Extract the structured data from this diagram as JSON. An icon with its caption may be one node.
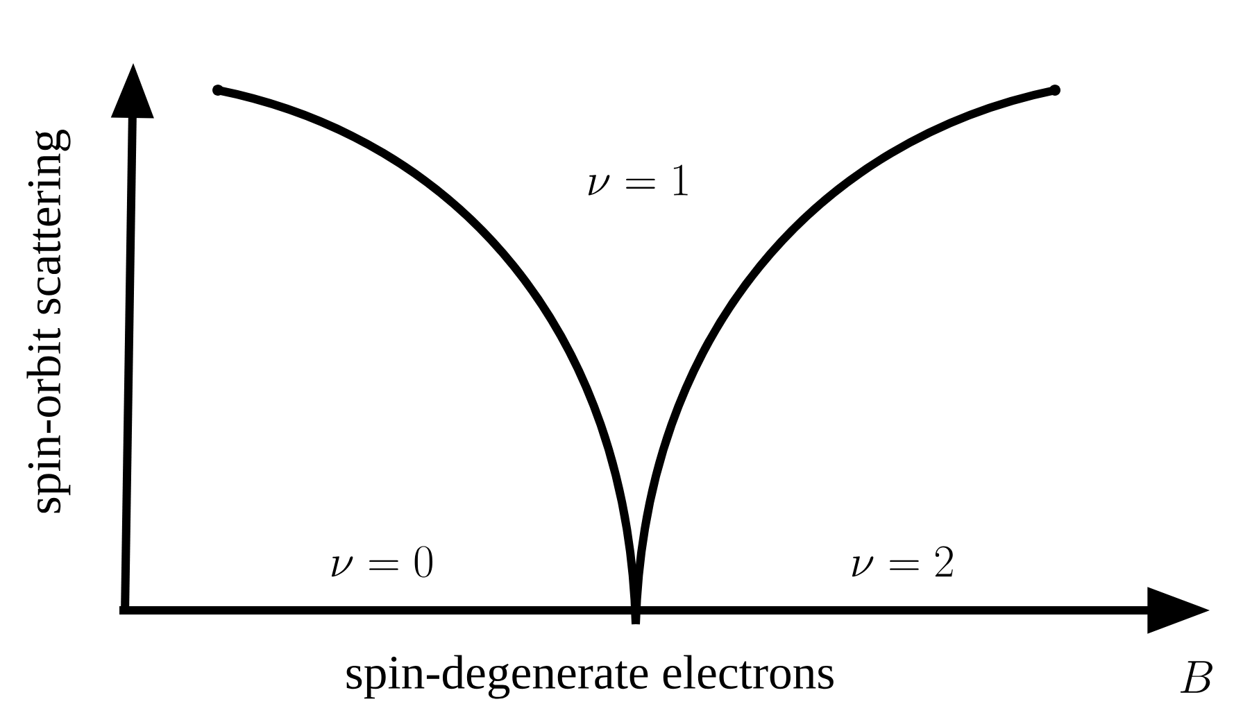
{
  "diagram": {
    "labels": [
      "spin-orbit scattering",
      "\\nu = 1",
      "\\nu = 0",
      "\\nu = 2",
      "spin-degenerate electrons",
      "B"
    ]
  }
}
